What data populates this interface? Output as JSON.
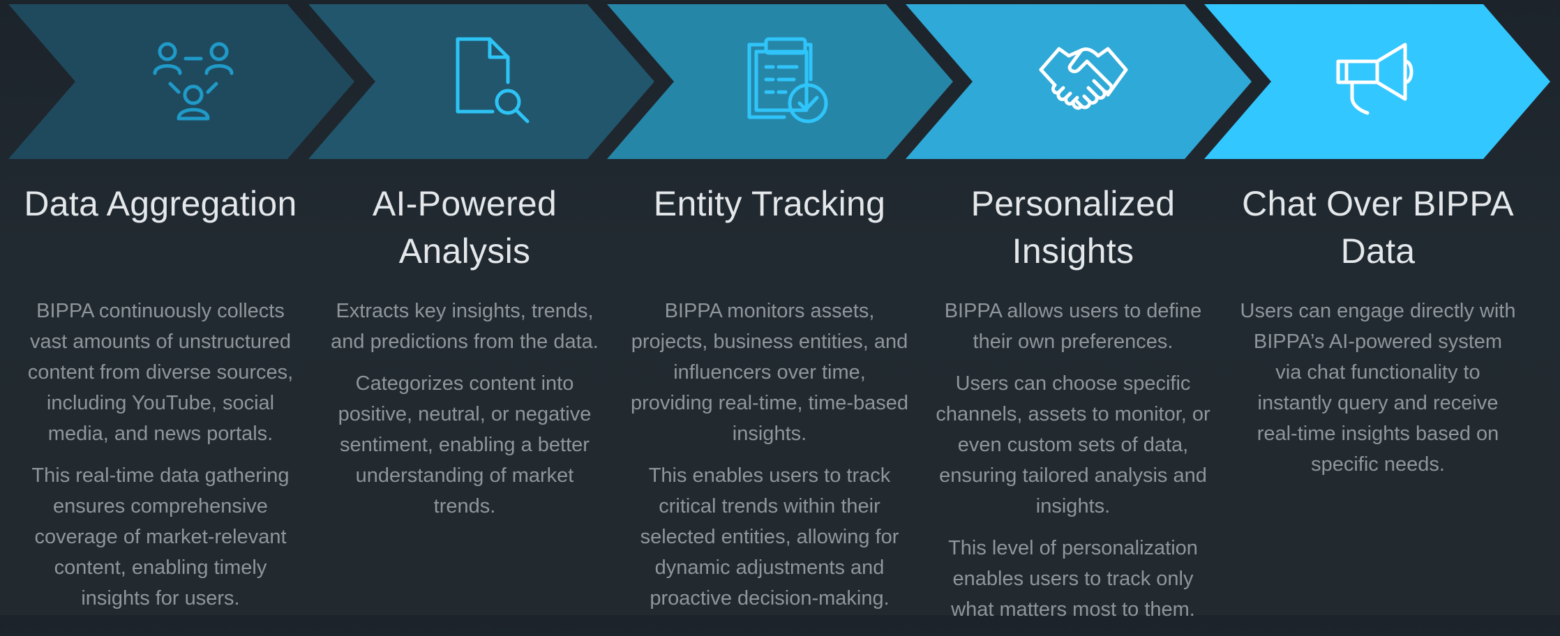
{
  "colors": {
    "background": "#1f262d",
    "chevron_1": "#1f4a5e",
    "chevron_2": "#21566d",
    "chevron_3": "#2686a8",
    "chevron_4": "#2fa9d7",
    "chevron_5": "#33c7ff",
    "icon_1": "#1f9ac9",
    "icon_2": "#2dc4f5",
    "icon_3": "#30c5fa",
    "icon_4": "#ffffff",
    "icon_5": "#ffffff",
    "title_text": "#e4e8eb",
    "body_text": "#8f969c"
  },
  "steps": [
    {
      "icon": "network-people-icon",
      "title": "Data Aggregation",
      "paragraphs": [
        "BIPPA continuously collects vast amounts of unstructured content from diverse sources, including YouTube, social media, and news portals.",
        "This real-time data gathering ensures comprehensive coverage of market-relevant content, enabling timely insights for users."
      ]
    },
    {
      "icon": "document-search-icon",
      "title": "AI-Powered Analysis",
      "paragraphs": [
        "Extracts key insights, trends, and predictions from the data.",
        "Categorizes content into positive, neutral, or negative sentiment, enabling a better understanding of market trends."
      ]
    },
    {
      "icon": "clipboard-check-icon",
      "title": "Entity Tracking",
      "paragraphs": [
        "BIPPA monitors assets, projects, business entities, and influencers over time, providing real-time, time-based insights.",
        "This enables users to track critical trends within their selected entities, allowing for dynamic adjustments and proactive decision-making."
      ]
    },
    {
      "icon": "handshake-icon",
      "title": "Personalized Insights",
      "paragraphs": [
        "BIPPA allows users to define their own preferences.",
        "Users can choose specific channels, assets to monitor, or even custom sets of data, ensuring tailored analysis and insights.",
        "This level of personalization enables users to track only what matters most to them."
      ]
    },
    {
      "icon": "megaphone-icon",
      "title": "Chat Over BIPPA Data",
      "paragraphs": [
        "Users can engage directly with BIPPA’s AI-powered system via chat functionality to instantly query and receive real-time insights based on specific needs."
      ]
    }
  ]
}
